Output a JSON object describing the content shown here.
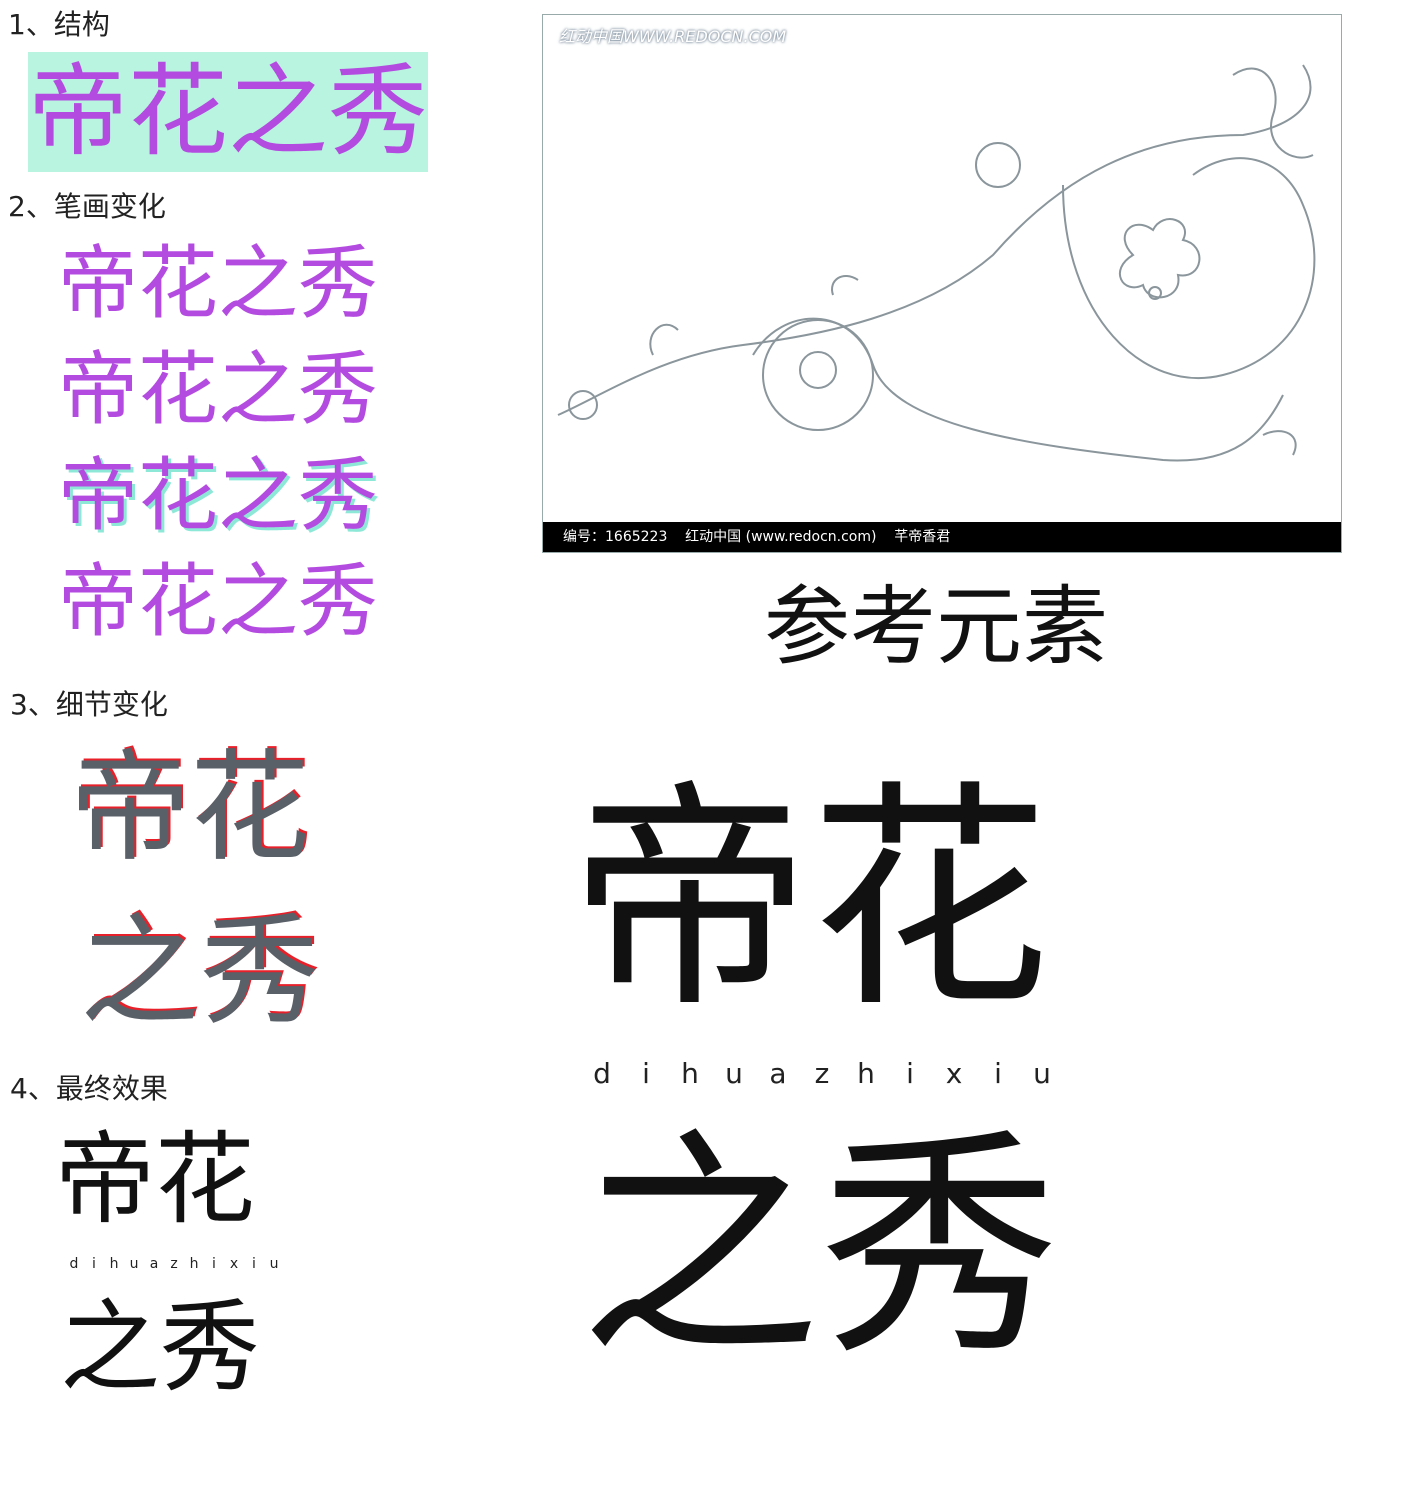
{
  "sections": [
    {
      "label": "1、结构"
    },
    {
      "label": "2、笔画变化"
    },
    {
      "label": "3、细节变化"
    },
    {
      "label": "4、最终效果"
    }
  ],
  "lettering": {
    "text": "帝花之秀",
    "line1": "帝花",
    "line2": "之秀",
    "pinyin": [
      "d",
      "i",
      "h",
      "u",
      "a",
      "z",
      "h",
      "i",
      "x",
      "i",
      "u"
    ]
  },
  "reference": {
    "watermark": "红动中国WWW.REDOCN.COM",
    "caption": "编号：1665223    红动中国 (www.redocn.com)    芊帝香君",
    "title": "参考元素"
  },
  "colors": {
    "purple": "#b44be0",
    "red": "#e8202a",
    "mint": "#b8f4e0",
    "cyan": "#8ee8d8",
    "stroke": "#111111",
    "gray_stroke": "#5a6068"
  }
}
